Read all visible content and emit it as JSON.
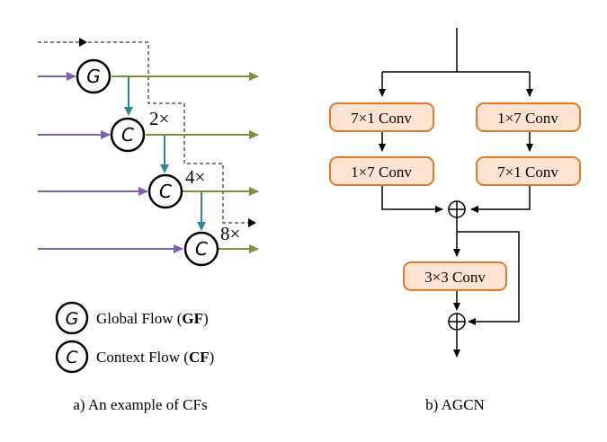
{
  "panel_a": {
    "global_node_letter": "G",
    "context_node_letter": "C",
    "multipliers": [
      "2×",
      "4×",
      "8×"
    ],
    "legend": [
      {
        "symbol": "G",
        "label": "Global Flow (",
        "bold": "GF",
        "close": ")"
      },
      {
        "symbol": "C",
        "label": "Context Flow (",
        "bold": "CF",
        "close": ")"
      }
    ],
    "caption": "a)  An example of CFs"
  },
  "panel_b": {
    "blocks": [
      "7×1 Conv",
      "1×7 Conv",
      "1×7 Conv",
      "7×1 Conv",
      "3×3 Conv"
    ],
    "caption": "b) AGCN"
  },
  "colors": {
    "input_arrow": "#8060a8",
    "output_arrow": "#77933c",
    "cross_arrow": "#31849b",
    "block_fill": "#fde3d0",
    "block_stroke": "#e07b2e",
    "line": "#000000"
  }
}
